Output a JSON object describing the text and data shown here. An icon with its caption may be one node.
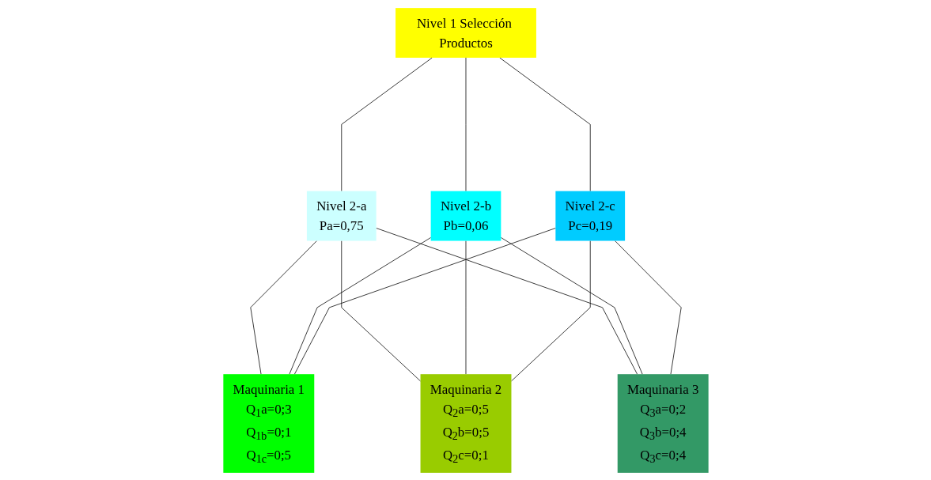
{
  "diagram": {
    "nodes": [
      {
        "text": [
          "Nivel 1 Selección Productos"
        ]
      },
      {
        "text": [
          "Nivel 2-a",
          "Pa=0,75"
        ]
      },
      {
        "text": [
          "Nivel 2-b",
          "Pb=0,06"
        ]
      },
      {
        "text": [
          "Nivel 2-c",
          "Pc=0,19"
        ]
      },
      {
        "text": [
          "Maquinaria 1",
          "Q$_{1}$a=0;3",
          "Q$_{1b}$=0;1",
          "Q$_{1c}$=0;5"
        ]
      },
      {
        "text": [
          "Maquinaria 2",
          "Q$_{2}$a=0;5",
          "Q$_{2}$b=0;5",
          "Q$_{2}$c=0;1"
        ]
      },
      {
        "text": [
          "Maquinaria 3",
          "Q$_{3}$a=0;2",
          "Q$_{3}$b=0;4",
          "Q$_{3}$c=0;4"
        ]
      }
    ],
    "edges": [
      {
        "from": 0,
        "to": 1,
        "arrow": "none"
      },
      {
        "from": 0,
        "to": 2,
        "arrow": "none"
      },
      {
        "from": 0,
        "to": 3,
        "arrow": "none"
      },
      {
        "from": 1,
        "to": 4,
        "arrow": "none"
      },
      {
        "from": 1,
        "to": 5,
        "arrow": "none"
      },
      {
        "from": 1,
        "to": 6,
        "arrow": "none"
      },
      {
        "from": 2,
        "to": 4,
        "arrow": "none"
      },
      {
        "from": 2,
        "to": 5,
        "arrow": "none"
      },
      {
        "from": 2,
        "to": 6,
        "arrow": "none"
      },
      {
        "from": 3,
        "to": 4,
        "arrow": "none"
      },
      {
        "from": 3,
        "to": 5,
        "arrow": "none"
      },
      {
        "from": 3,
        "to": 6,
        "arrow": "none"
      }
    ]
  }
}
